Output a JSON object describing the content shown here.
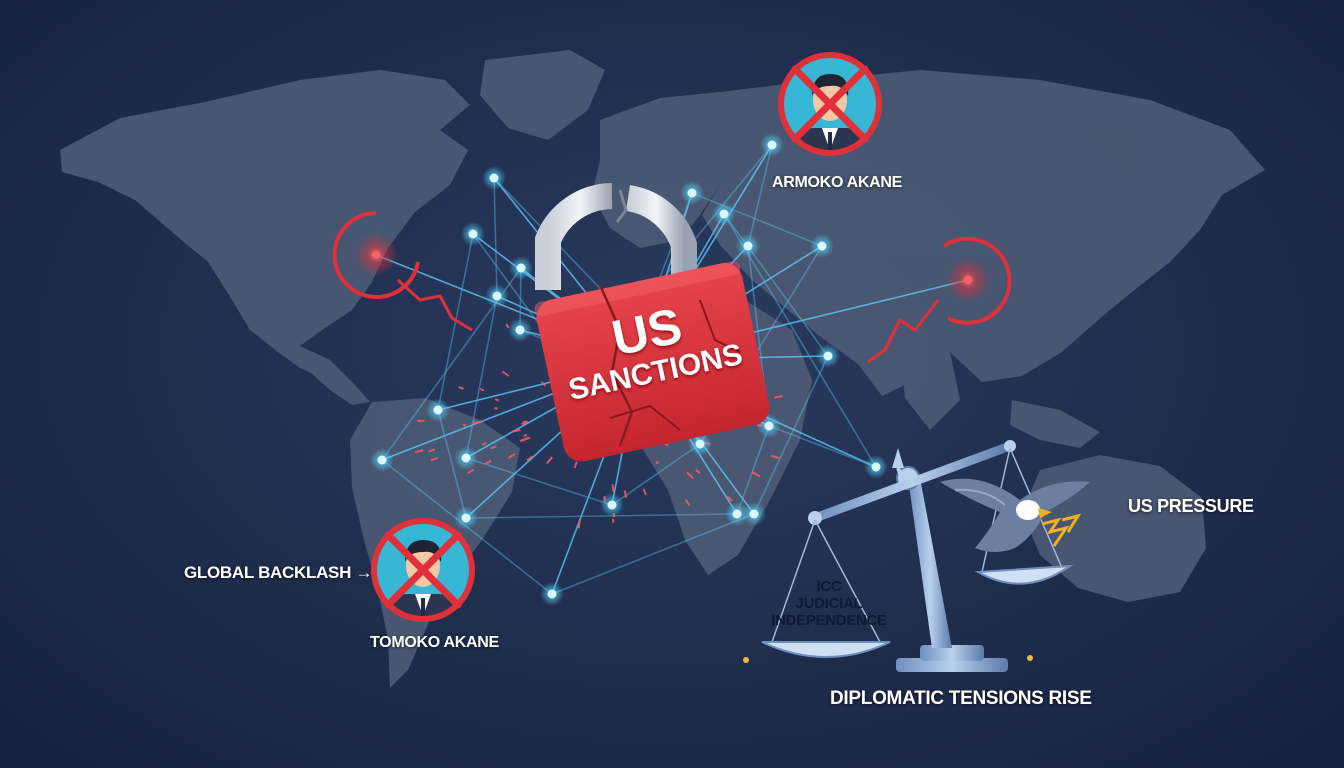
{
  "lock": {
    "line1": "US",
    "line2": "SANCTIONS",
    "color": "#d8303a"
  },
  "persons": {
    "top_name": "ARMOKO AKANE",
    "bottom_name": "TOMOKO AKANE"
  },
  "labels": {
    "global_backlash": "GLOBAL BACKLASH →",
    "us_pressure": "US PRESSURE",
    "diplomatic": "DIPLOMATIC TENSIONS RISE"
  },
  "scale": {
    "icc_line1": "ICC",
    "icc_line2": "JUDICIAL",
    "icc_line3": "INDEPENDENCE"
  },
  "colors": {
    "background": "#1f2d4d",
    "land": "#4d5b75",
    "node": "#52d6ff",
    "alert": "#e0303a",
    "scale": "#8fb0d8"
  },
  "icons": {
    "lock": "padlock-icon",
    "person": "person-icon",
    "eagle": "eagle-icon",
    "scale": "balance-scale-icon",
    "target": "target-ring-icon"
  }
}
